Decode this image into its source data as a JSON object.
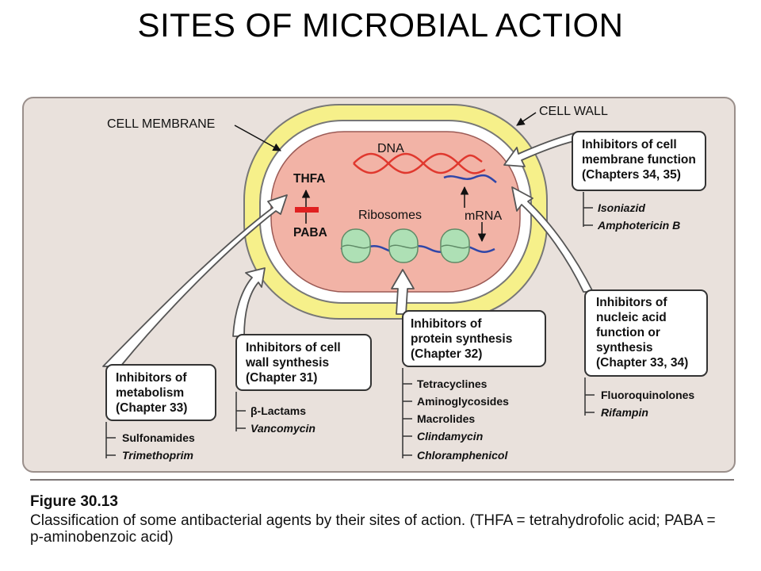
{
  "title": "SITES OF MICROBIAL ACTION",
  "cell": {
    "membrane_label": "CELL MEMBRANE",
    "wall_label": "CELL WALL",
    "dna_label": "DNA",
    "mrna_label": "mRNA",
    "ribosomes_label": "Ribosomes",
    "thfa_label": "THFA",
    "paba_label": "PABA"
  },
  "boxes": {
    "metabolism": {
      "lines": [
        "Inhibitors of",
        "metabolism",
        "(Chapter 33)"
      ],
      "drugs": [
        {
          "name": "Sulfonamides",
          "italic": false
        },
        {
          "name": "Trimethoprim",
          "italic": true
        }
      ]
    },
    "cell_wall": {
      "lines": [
        "Inhibitors of cell",
        "wall synthesis",
        "(Chapter 31)"
      ],
      "drugs": [
        {
          "name": "β-Lactams",
          "italic": false
        },
        {
          "name": "Vancomycin",
          "italic": true
        }
      ]
    },
    "protein": {
      "lines": [
        "Inhibitors of",
        "protein synthesis",
        "(Chapter 32)"
      ],
      "drugs": [
        {
          "name": "Tetracyclines",
          "italic": false
        },
        {
          "name": "Aminoglycosides",
          "italic": false
        },
        {
          "name": "Macrolides",
          "italic": false
        },
        {
          "name": "Clindamycin",
          "italic": true
        },
        {
          "name": "Chloramphenicol",
          "italic": true
        }
      ]
    },
    "nucleic": {
      "lines": [
        "Inhibitors of",
        "nucleic acid",
        "function or",
        "synthesis",
        "(Chapter 33, 34)"
      ],
      "drugs": [
        {
          "name": "Fluoroquinolones",
          "italic": false
        },
        {
          "name": "Rifampin",
          "italic": true
        }
      ]
    },
    "membrane": {
      "lines": [
        "Inhibitors of cell",
        "membrane function",
        "(Chapters 34, 35)"
      ],
      "drugs": [
        {
          "name": "Isoniazid",
          "italic": true
        },
        {
          "name": "Amphotericin B",
          "italic": true
        }
      ]
    }
  },
  "caption": {
    "number": "Figure 30.13",
    "text": "Classification of some antibacterial agents by their sites of action. (THFA = tetrahydrofolic acid; PABA = p-aminobenzoic acid)"
  },
  "colors": {
    "wall": "#f6f08a",
    "cytoplasm": "#f2b3a6",
    "ribosome": "#aee0b5",
    "dna": "#e0382e",
    "mrna": "#2f46a8",
    "block": "#e02020"
  }
}
